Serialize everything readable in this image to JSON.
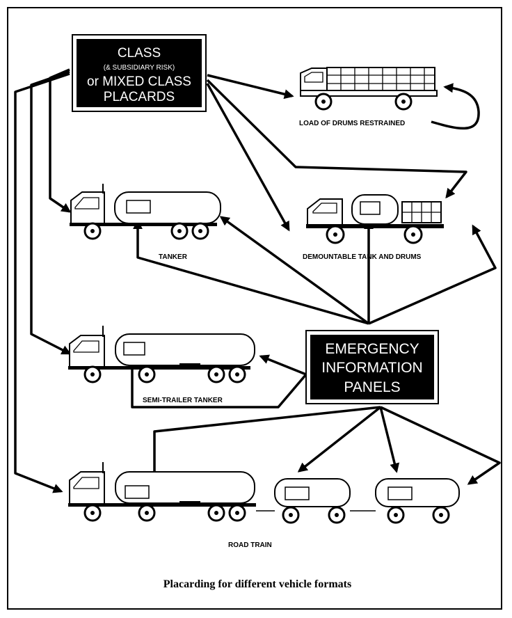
{
  "placard_box": {
    "line1": "CLASS",
    "line2": "(& SUBSIDIARY RISK)",
    "line3": "or MIXED CLASS",
    "line4": "PLACARDS"
  },
  "emergency_box": {
    "line1": "EMERGENCY",
    "line2": "INFORMATION",
    "line3": "PANELS"
  },
  "vehicles": {
    "drums_truck": "LOAD OF DRUMS RESTRAINED",
    "tanker": "TANKER",
    "demountable": "DEMOUNTABLE TANK AND DRUMS",
    "semi_trailer": "SEMI-TRAILER TANKER",
    "road_train": "ROAD TRAIN"
  },
  "caption": "Placarding for different vehicle formats",
  "colors": {
    "ink": "#000000",
    "paper": "#ffffff"
  }
}
